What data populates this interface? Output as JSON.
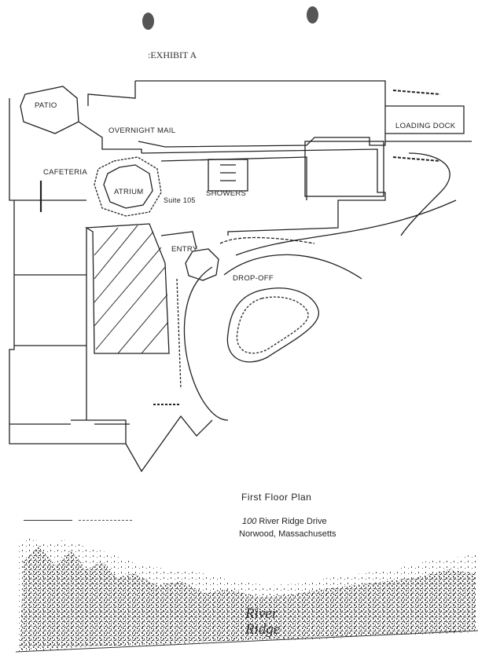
{
  "document": {
    "exhibit_label": ":EXHIBIT A",
    "plan_labels": {
      "patio": "PATIO",
      "overnight_mail": "OVERNIGHT MAIL",
      "loading_dock": "LOADING DOCK",
      "cafeteria": "CAFETERIA",
      "atrium": "ATRIUM",
      "suite": "Suite 105",
      "showers": "SHOWERS",
      "entry": "ENTRY",
      "drop_off": "DROP-OFF"
    },
    "caption": {
      "title": "First  Floor  Plan",
      "address_number": "100",
      "address_street": " River  Ridge  Drive",
      "address_city": "Norwood,  Massachusetts"
    },
    "logo": {
      "line1": "River",
      "line2": "Ridge"
    }
  }
}
